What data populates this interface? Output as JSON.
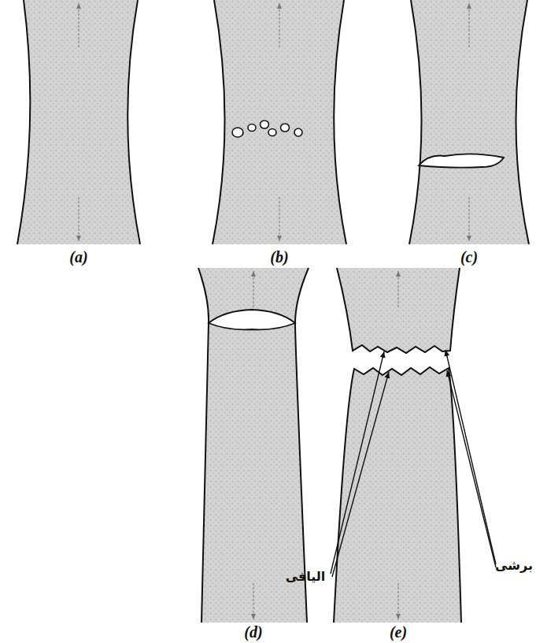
{
  "diagram": {
    "labels": [
      "(a)",
      "(b)",
      "(c)",
      "(d)",
      "(e)",
      "الیافی",
      "برشی"
    ]
  }
}
